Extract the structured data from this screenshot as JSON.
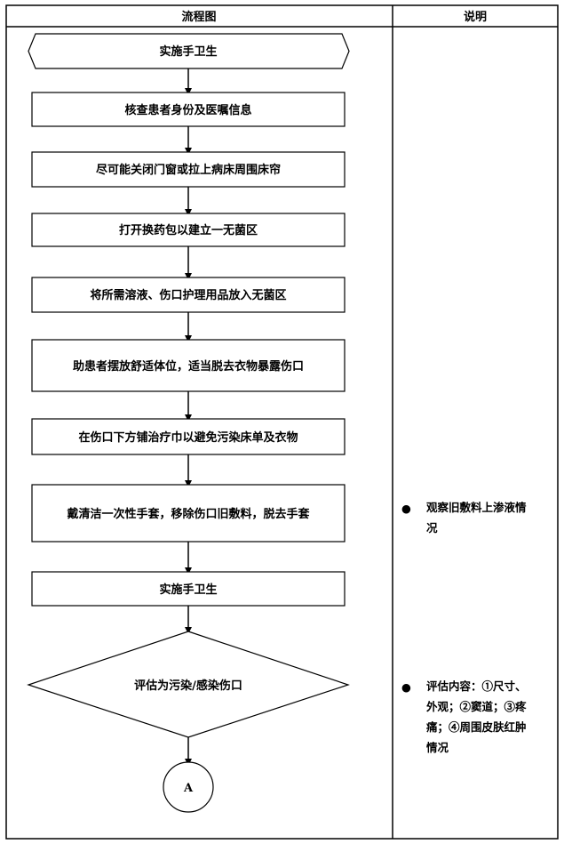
{
  "table": {
    "header_flow": "流程图",
    "header_note": "说明"
  },
  "flow": {
    "start": "实施手卫生",
    "steps": [
      "核查患者身份及医嘱信息",
      "尽可能关闭门窗或拉上病床周围床帘",
      "打开换药包以建立一无菌区",
      "将所需溶液、伤口护理用品放入无菌区",
      "助患者摆放舒适体位，适当脱去衣物暴露伤口",
      "在伤口下方铺治疗巾以避免污染床单及衣物",
      "戴清洁一次性手套，移除伤口旧敷料，脱去手套",
      "实施手卫生"
    ],
    "decision": "评估为污染/感染伤口",
    "connector": "A"
  },
  "notes": {
    "note1": {
      "bullet": "●",
      "lines": [
        "观察旧敷料上渗液情",
        "况"
      ]
    },
    "note2": {
      "bullet": "●",
      "lines": [
        "评估内容：①尺寸、",
        "外观；②窦道；③疼",
        "痛；④周围皮肤红肿",
        "情况"
      ]
    }
  }
}
